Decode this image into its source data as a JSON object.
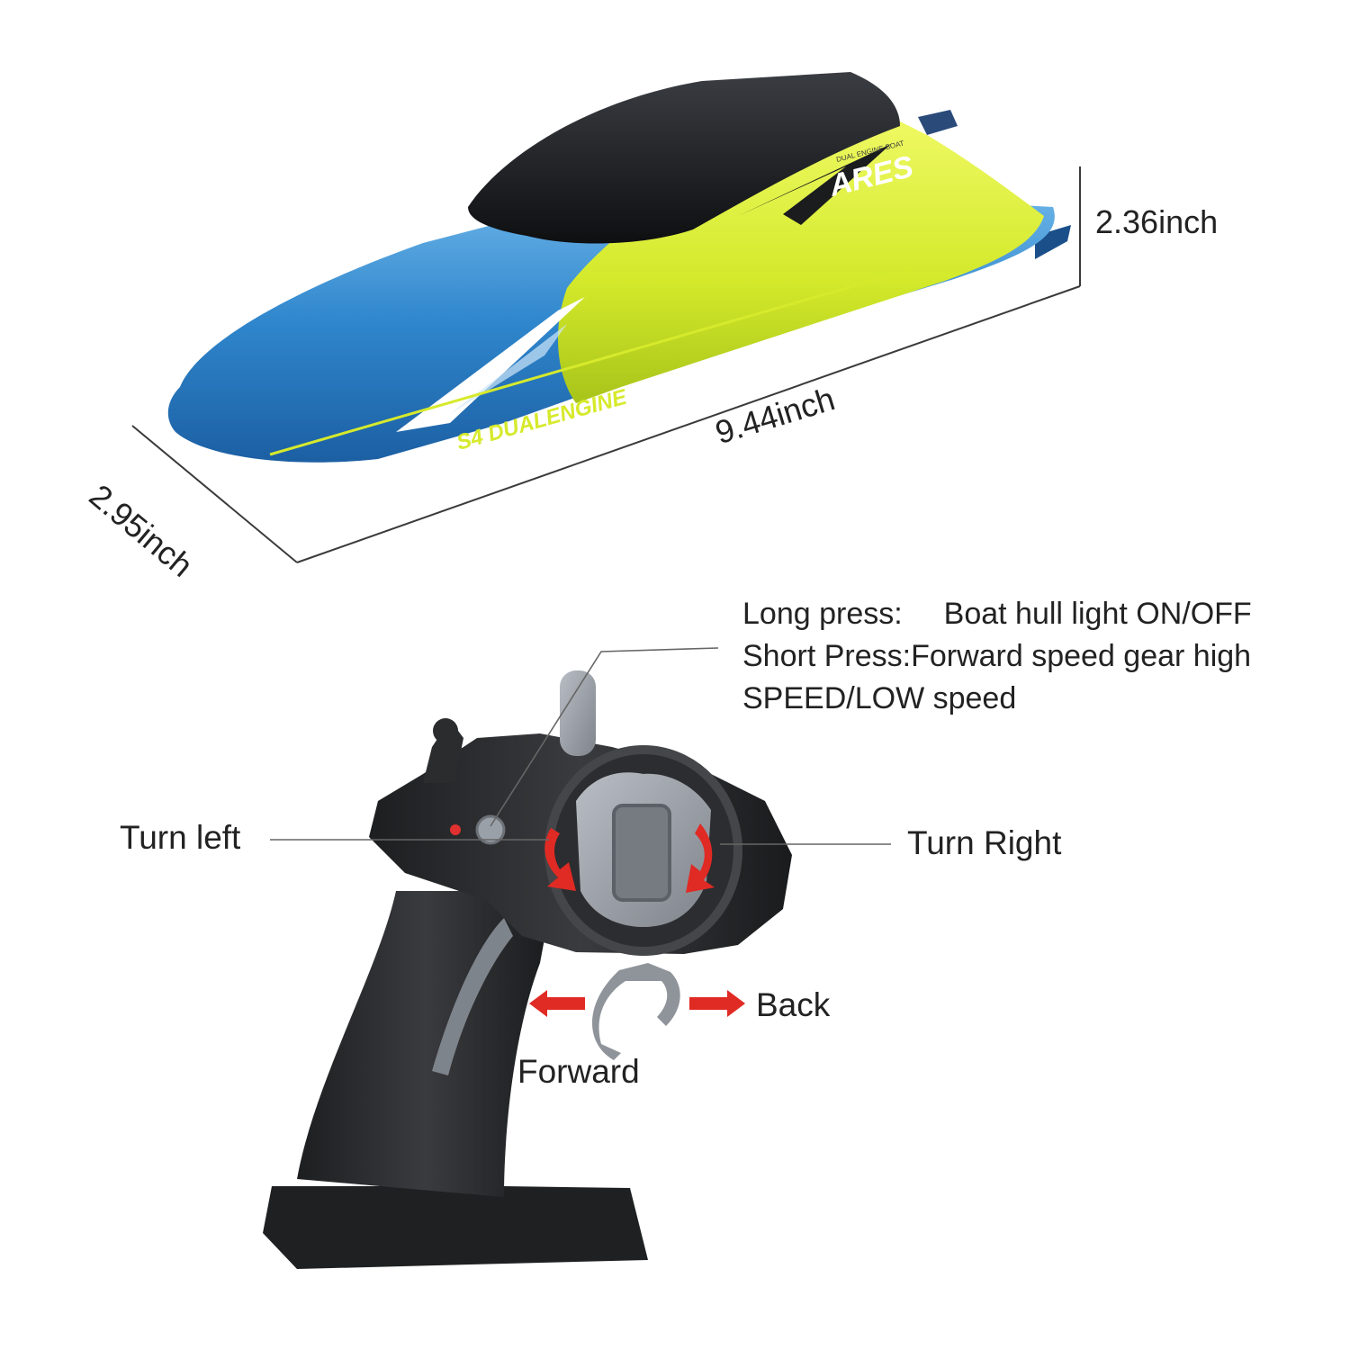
{
  "boat": {
    "brand": "ARES",
    "brand_sub": "DUAL ENGINE BOAT",
    "hull_text": "S4 DUALENGINE"
  },
  "dimensions": {
    "height": "2.36inch",
    "length": "9.44inch",
    "width": "2.95inch"
  },
  "button_info": {
    "long_label": "Long press:",
    "long_text": "Boat hull light ON/OFF",
    "short_label": "Short Press:",
    "short_text": "Forward speed gear high",
    "short_text_cont": "SPEED/LOW speed"
  },
  "controls": {
    "turn_left": "Turn left",
    "turn_right": "Turn Right",
    "back": "Back",
    "forward": "Forward"
  },
  "colors": {
    "hull_blue": "#2e7fc4",
    "hull_yellow": "#d6ea2c",
    "canopy": "#1c1e21",
    "remote_body": "#2a2b2d",
    "arrow_red": "#e02a24",
    "leader_line": "#555555"
  }
}
